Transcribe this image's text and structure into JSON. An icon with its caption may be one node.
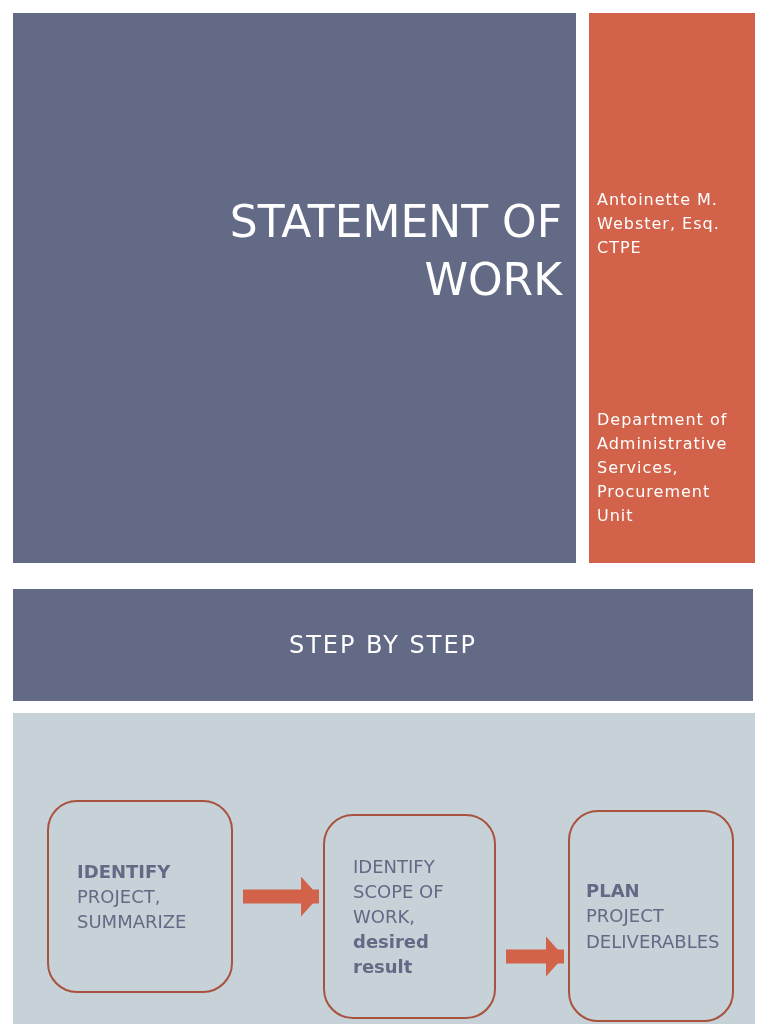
{
  "diagram": {
    "nodes": [
      {
        "text": [
          "STATEMENT OF WORK"
        ]
      },
      {
        "text": [
          "Antoinette M. Webster, Esq. CTPE",
          "Department of Administrative Services, Procurement Unit"
        ]
      },
      {
        "text": [
          "STEP BY STEP"
        ]
      },
      {
        "text": [],
        "shape": "box"
      },
      {
        "text": [
          "**IDENTIFY** PROJECT, SUMMARIZE"
        ],
        "in": 3
      },
      {
        "text": [
          "IDENTIFY SCOPE OF WORK, **desired result**"
        ],
        "in": 3
      },
      {
        "text": [
          "**PLAN** PROJECT DELIVERABLES"
        ],
        "in": 3
      }
    ],
    "edges": [
      {
        "from": 4,
        "to": 5,
        "arrow": "to"
      },
      {
        "from": 5,
        "to": 6,
        "arrow": "to"
      }
    ]
  }
}
